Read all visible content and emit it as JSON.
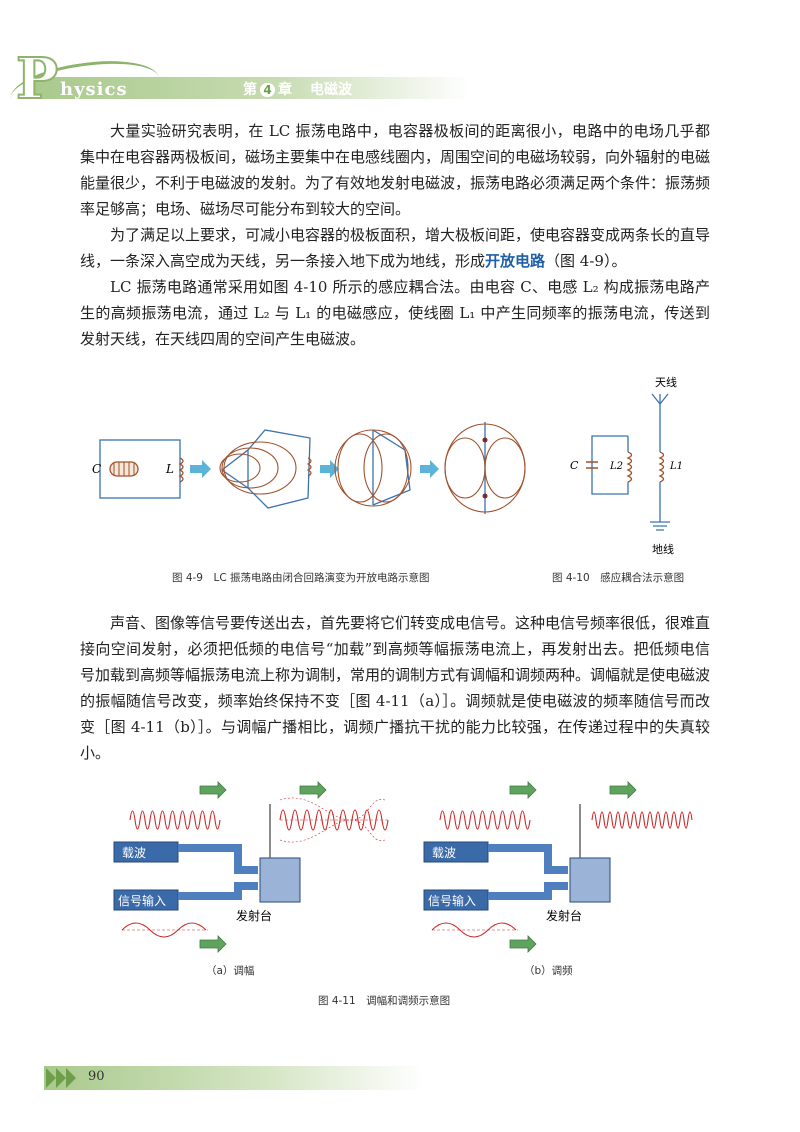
{
  "header": {
    "logo_letter": "P",
    "logo_text": "hysics",
    "chapter_prefix": "第",
    "chapter_num": "4",
    "chapter_suffix": "章",
    "chapter_title": "电磁波",
    "accent_color": "#8cb56b"
  },
  "paragraphs": {
    "p1": "大量实验研究表明，在 LC 振荡电路中，电容器极板间的距离很小，电路中的电场几乎都集中在电容器两极板间，磁场主要集中在电感线圈内，周围空间的电磁场较弱，向外辐射的电磁能量很少，不利于电磁波的发射。为了有效地发射电磁波，振荡电路必须满足两个条件：振荡频率足够高；电场、磁场尽可能分布到较大的空间。",
    "p2_before": "为了满足以上要求，可减小电容器的极板面积，增大极板间距，使电容器变成两条长的直导线，一条深入高空成为天线，另一条接入地下成为地线，形成",
    "p2_highlight": "开放电路",
    "p2_after": "（图 4-9）。",
    "p3": "LC 振荡电路通常采用如图 4-10 所示的感应耦合法。由电容 C、电感 L₂ 构成振荡电路产生的高频振荡电流，通过 L₂ 与 L₁ 的电磁感应，使线圈 L₁ 中产生同频率的振荡电流，传送到发射天线，在天线四周的空间产生电磁波。",
    "p4": "声音、图像等信号要传送出去，首先要将它们转变成电信号。这种电信号频率很低，很难直接向空间发射，必须把低频的电信号“加载”到高频等幅振荡电流上，再发射出去。把低频电信号加载到高频等幅振荡电流上称为调制，常用的调制方式有调幅和调频两种。调幅就是使电磁波的振幅随信号改变，频率始终保持不变［图 4-11（a）］。调频就是使电磁波的频率随信号而改变［图 4-11（b）］。与调幅广播相比，调频广播抗干扰的能力比较强，在传递过程中的失真较小。"
  },
  "fig49": {
    "label_c": "C",
    "label_l": "L",
    "caption": "图 4-9　LC 振荡电路由闭合回路演变为开放电路示意图"
  },
  "fig410": {
    "antenna": "天线",
    "ground": "地线",
    "label_c": "C",
    "label_l2": "L2",
    "label_l1": "L1",
    "caption": "图 4-10　感应耦合法示意图"
  },
  "fig411": {
    "carrier": "载波",
    "signal_input": "信号输入",
    "transmitter": "发射台",
    "sub_a": "（a）调幅",
    "sub_b": "（b）调频",
    "caption": "图 4-11　调幅和调频示意图",
    "wave_color": "#cc2a2a",
    "box_color": "#3b6aa8",
    "arrow_color": "#5fa35f"
  },
  "footer": {
    "page_number": "90"
  }
}
